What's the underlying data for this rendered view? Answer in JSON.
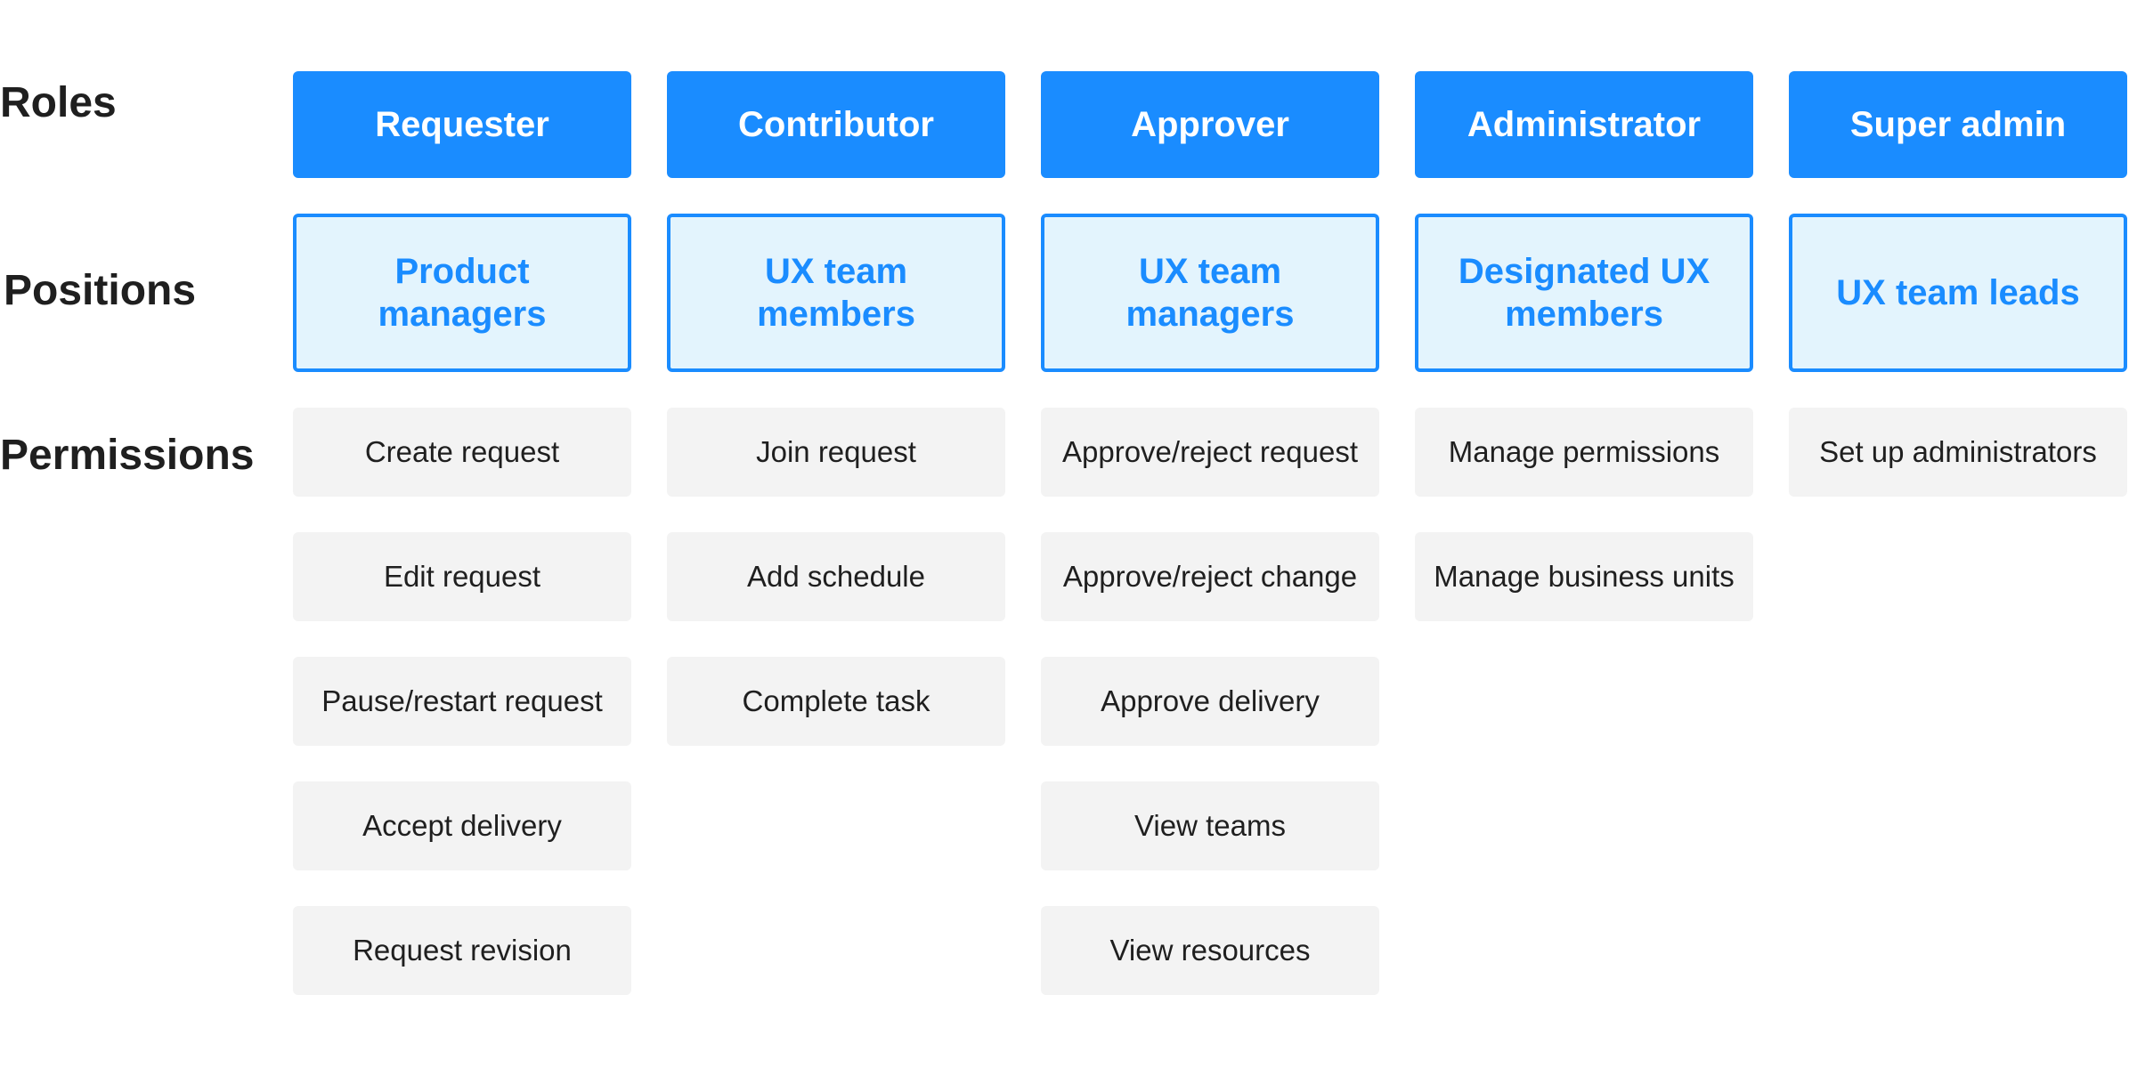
{
  "labels": {
    "roles": "Roles",
    "positions": "Positions",
    "permissions": "Permissions"
  },
  "columns": [
    {
      "role": "Requester",
      "position": "Product managers",
      "permissions": [
        "Create request",
        "Edit request",
        "Pause/restart request",
        "Accept delivery",
        "Request revision"
      ]
    },
    {
      "role": "Contributor",
      "position": "UX team members",
      "permissions": [
        "Join request",
        "Add schedule",
        "Complete task"
      ]
    },
    {
      "role": "Approver",
      "position": "UX team managers",
      "permissions": [
        "Approve/reject request",
        "Approve/reject change",
        "Approve delivery",
        "View teams",
        "View resources"
      ]
    },
    {
      "role": "Administrator",
      "position": "Designated UX members",
      "permissions": [
        "Manage permissions",
        "Manage business units"
      ]
    },
    {
      "role": "Super admin",
      "position": "UX team leads",
      "permissions": [
        "Set up administrators"
      ]
    }
  ],
  "colors": {
    "role_fill": "#1a8cff",
    "position_fill": "#e3f4fd",
    "position_border": "#1a8cff",
    "permission_fill": "#f3f3f3",
    "text_dark": "#1f1f1f"
  }
}
